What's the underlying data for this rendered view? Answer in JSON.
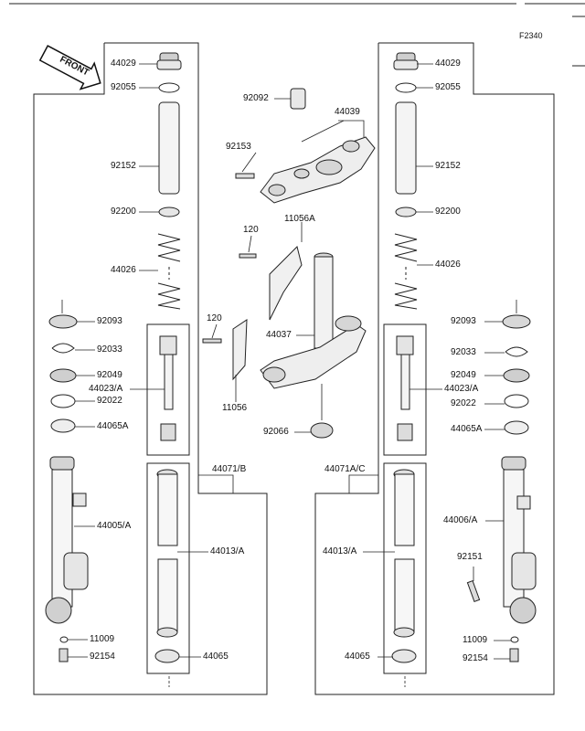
{
  "figure_ref": "F2340",
  "front_label": "FRONT",
  "labels": {
    "l_44029": "44029",
    "l_92055": "92055",
    "l_92152": "92152",
    "l_92200": "92200",
    "l_44026": "44026",
    "l_92093": "92093",
    "l_92033": "92033",
    "l_92049": "92049",
    "l_44023A": "44023/A",
    "l_92022": "92022",
    "l_44065A": "44065A",
    "l_44005A": "44005/A",
    "l_11009": "11009",
    "l_92154": "92154",
    "l_44071B": "44071/B",
    "l_44013A": "44013/A",
    "l_44065": "44065",
    "l_92092": "92092",
    "l_44039": "44039",
    "l_92153": "92153",
    "l_120a": "120",
    "l_11056A": "11056A",
    "l_120b": "120",
    "l_44037": "44037",
    "l_11056": "11056",
    "l_92066": "92066",
    "r_44029": "44029",
    "r_92055": "92055",
    "r_92152": "92152",
    "r_92200": "92200",
    "r_44026": "44026",
    "r_92093": "92093",
    "r_92033": "92033",
    "r_92049": "92049",
    "r_44023A": "44023/A",
    "r_92022": "92022",
    "r_44065A": "44065A",
    "r_44071AC": "44071A/C",
    "r_44006A": "44006/A",
    "r_92151": "92151",
    "r_44013A": "44013/A",
    "r_11009": "11009",
    "r_92154": "92154",
    "r_44065": "44065"
  }
}
